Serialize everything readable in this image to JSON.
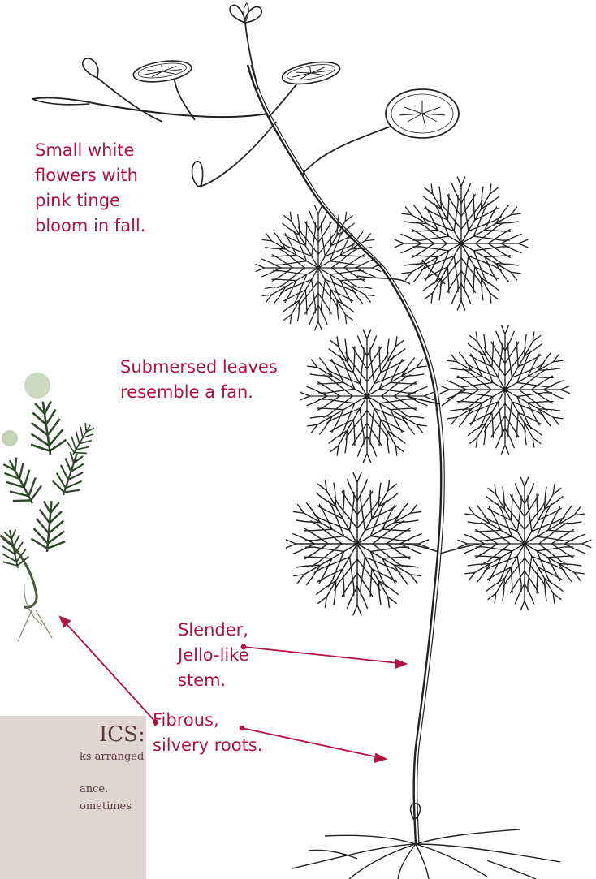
{
  "labels": {
    "flowers": [
      "Small white",
      "flowers with",
      "pink tinge",
      "bloom in fall."
    ],
    "leaves": [
      "Submersed leaves",
      "resemble a fan."
    ],
    "stem": [
      "Slender,",
      "Jello-like",
      "stem."
    ],
    "roots": [
      "Fibrous,",
      "silvery roots."
    ]
  },
  "card": {
    "title": "ICS:",
    "lines": [
      "ks arranged",
      "ance.",
      "ometimes"
    ]
  },
  "colors": {
    "label": "#b0133f",
    "arrow": "#b0133f",
    "card_bg": "#e0d5d3",
    "card_text": "#5a3a3f",
    "ink": "#222222",
    "photo_leaf": "#2f4a2a"
  }
}
